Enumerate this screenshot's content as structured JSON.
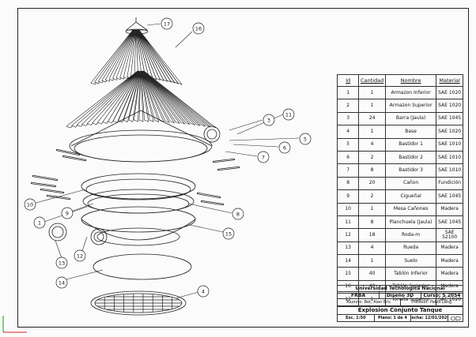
{
  "table": {
    "headers": [
      "Id",
      "Cantidad",
      "Nombre",
      "Material"
    ],
    "rows": [
      [
        "1",
        "1",
        "Armazon Inferior",
        "SAE 1020"
      ],
      [
        "2",
        "1",
        "Armazon Superior",
        "SAE 1020"
      ],
      [
        "3",
        "24",
        "Barra (Jaula)",
        "SAE 1045"
      ],
      [
        "4",
        "1",
        "Base",
        "SAE 1020"
      ],
      [
        "5",
        "4",
        "Bastidor 1",
        "SAE 1010"
      ],
      [
        "6",
        "2",
        "Bastidor 2",
        "SAE 1010"
      ],
      [
        "7",
        "8",
        "Bastidor 3",
        "SAE 1010"
      ],
      [
        "8",
        "20",
        "Cañon",
        "Fundición"
      ],
      [
        "9",
        "2",
        "Cigueñal",
        "SAE 1045"
      ],
      [
        "10",
        "1",
        "Mesa Cañones",
        "Madera"
      ],
      [
        "11",
        "8",
        "Planchuela (Jaula)",
        "SAE 1045"
      ],
      [
        "12",
        "18",
        "Roda-m",
        "SAE 52100"
      ],
      [
        "13",
        "4",
        "Rueda",
        "Madera"
      ],
      [
        "14",
        "1",
        "Suelo",
        "Madera"
      ],
      [
        "15",
        "40",
        "Tablón Inferior",
        "Madera"
      ],
      [
        "16",
        "40",
        "Tablón Superior",
        "Madera"
      ],
      [
        "17",
        "1",
        "Torreta Superior",
        "SAE 1020"
      ]
    ]
  },
  "title_block": {
    "university": "Universidad Tecnologica Nacional",
    "faculty": "FRBA",
    "subject": "Diseño 3D",
    "course": "Curso: S 2054",
    "student": "Alumno: Bet, Alan Eric",
    "professor": "Profesor: Pablo Lang",
    "title": "Explosion Conjunto Tanque",
    "scale": "Esc. 1:50",
    "sheet": "Plano: 1 de 4",
    "date": "Fecha: 12/01/2020"
  },
  "balloons": [
    "17",
    "16",
    "3",
    "11",
    "5",
    "6",
    "7",
    "10",
    "1",
    "9",
    "8",
    "15",
    "12",
    "13",
    "14",
    "4"
  ],
  "colors": {
    "line": "#222222",
    "axis_red": "#d42020",
    "axis_green": "#1a9a1a"
  }
}
